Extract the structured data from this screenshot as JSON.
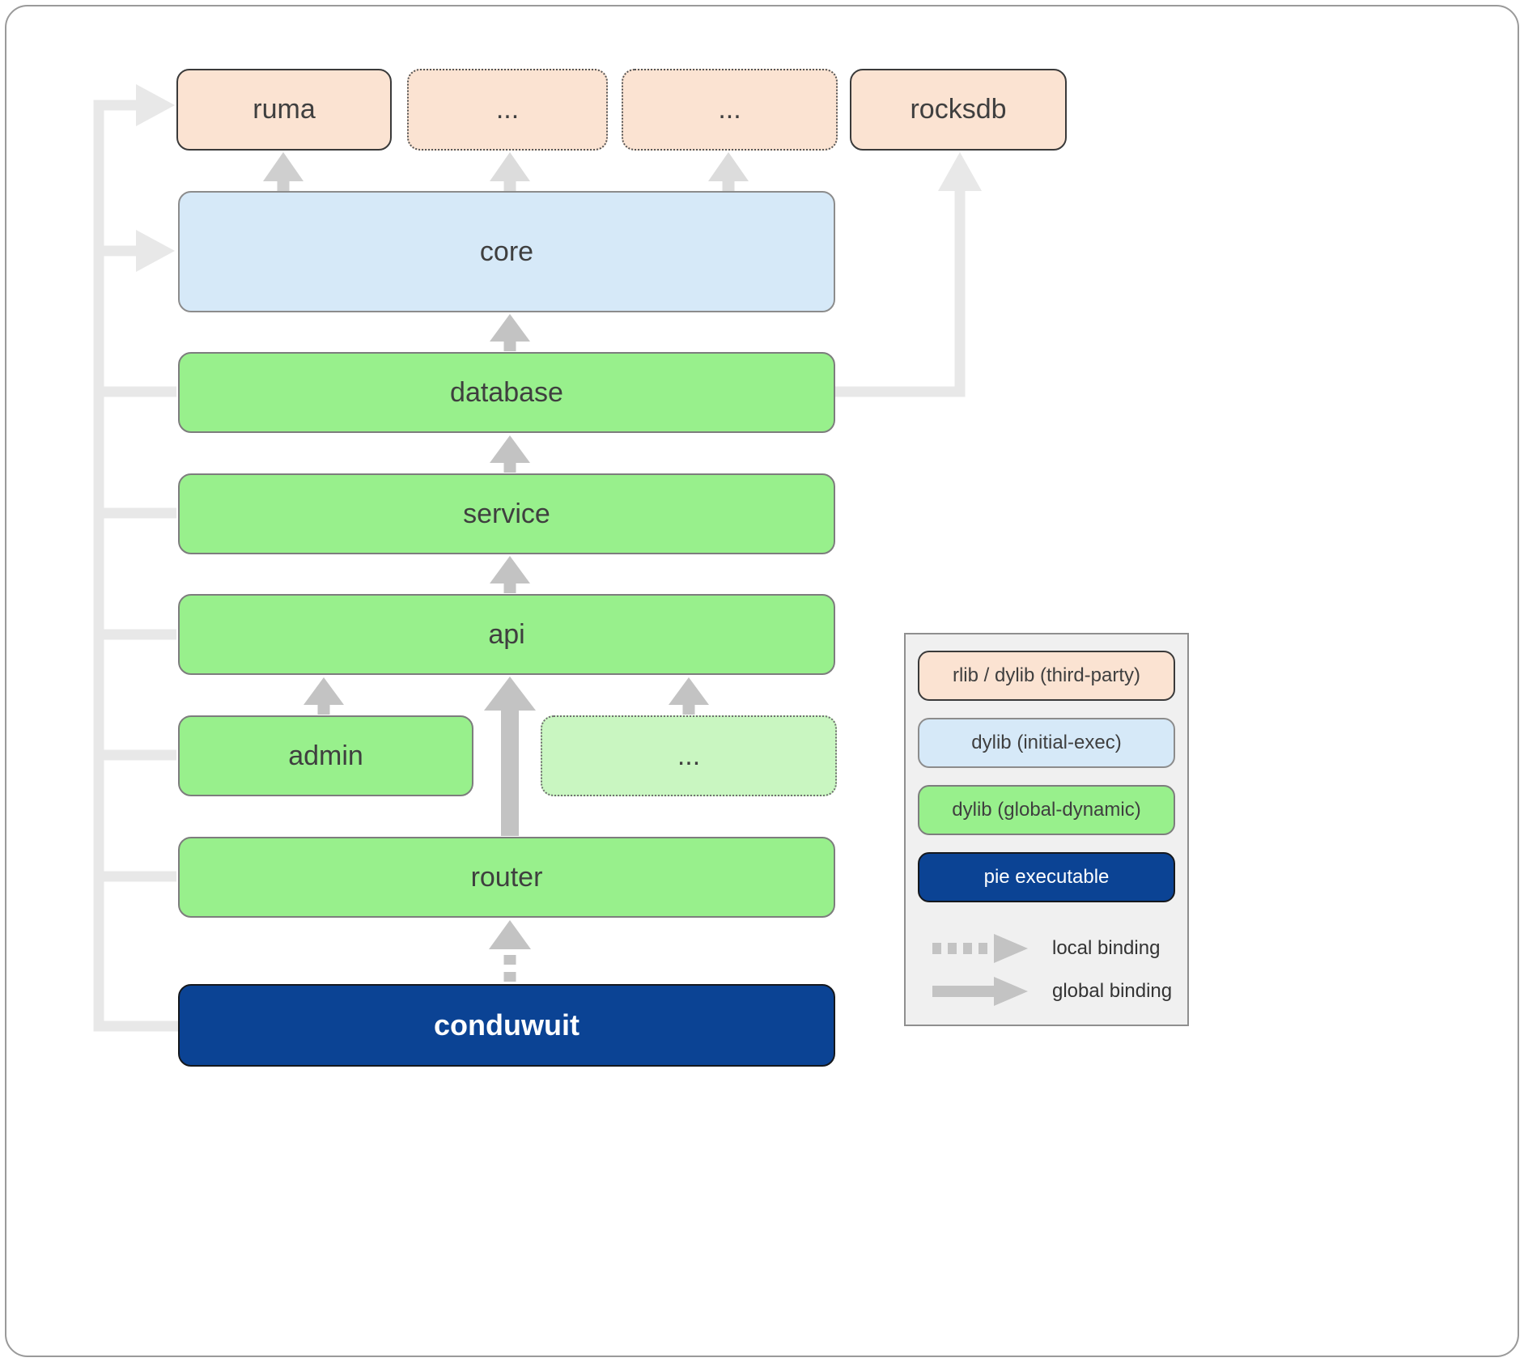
{
  "nodes": {
    "ruma": {
      "label": "ruma"
    },
    "ellipsis_top_left": {
      "label": "..."
    },
    "ellipsis_top_right": {
      "label": "..."
    },
    "rocksdb": {
      "label": "rocksdb"
    },
    "core": {
      "label": "core"
    },
    "database": {
      "label": "database"
    },
    "service": {
      "label": "service"
    },
    "api": {
      "label": "api"
    },
    "admin": {
      "label": "admin"
    },
    "ellipsis_middle": {
      "label": "..."
    },
    "router": {
      "label": "router"
    },
    "conduwuit": {
      "label": "conduwuit"
    }
  },
  "legend": {
    "items": [
      {
        "id": "third-party",
        "label": "rlib / dylib (third-party)",
        "fill": "#fbe3d2"
      },
      {
        "id": "initial-exec",
        "label": "dylib (initial-exec)",
        "fill": "#d6e9f8"
      },
      {
        "id": "global-dynamic",
        "label": "dylib (global-dynamic)",
        "fill": "#98f08c"
      },
      {
        "id": "pie-executable",
        "label": "pie executable",
        "fill": "#0b4394"
      }
    ],
    "local_binding_label": "local binding",
    "global_binding_label": "global binding"
  },
  "colors": {
    "third_party_fill": "#fbe3d2",
    "initial_exec_fill": "#d6e9f8",
    "global_dynamic_fill": "#98f08c",
    "global_dynamic_dotted_fill": "#c9f6c1",
    "pie_executable_fill": "#0b4394",
    "arrow_gray": "#c3c3c3",
    "routing_gray": "#e8e8e8",
    "text": "#3f3f3f"
  }
}
